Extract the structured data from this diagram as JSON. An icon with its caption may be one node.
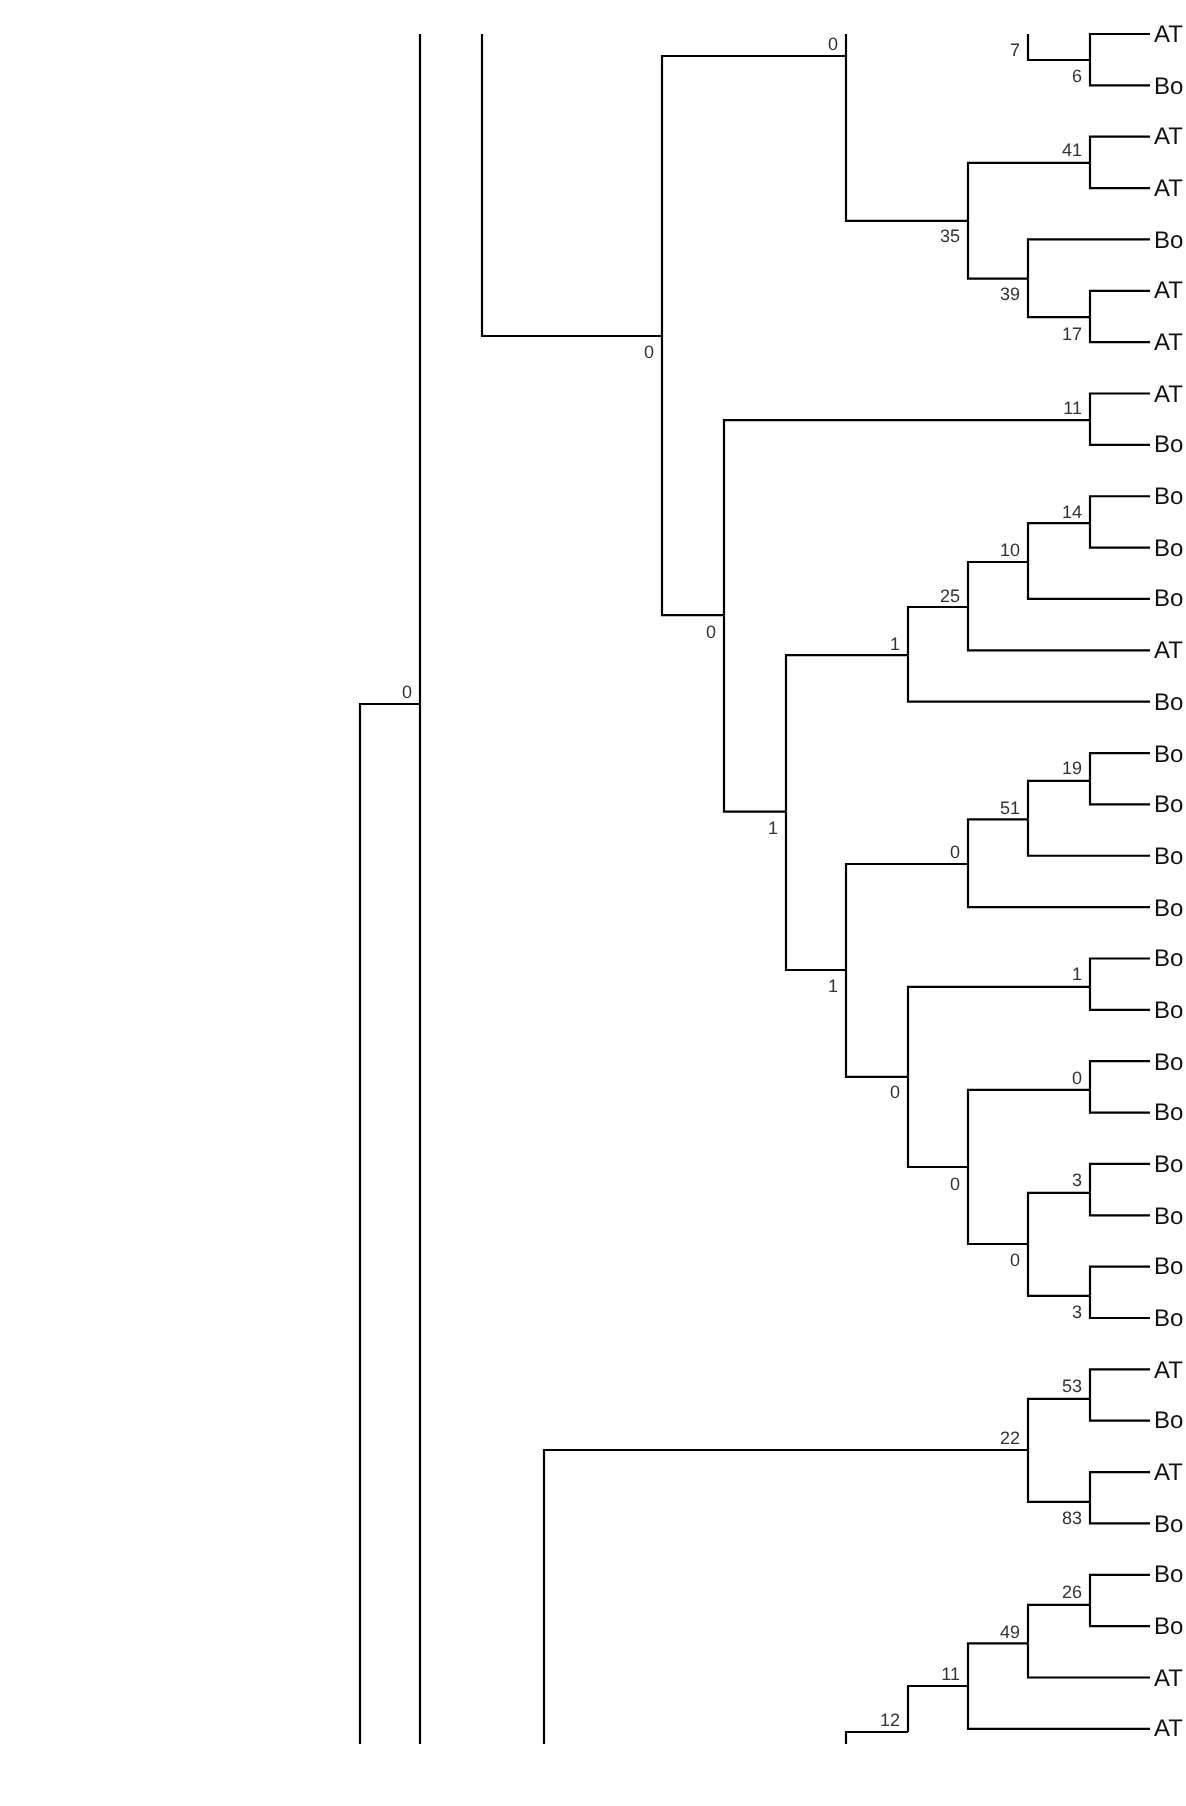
{
  "diagram": {
    "nodes": [
      {
        "text": [
          "0"
        ]
      },
      {
        "text": [
          "7"
        ]
      },
      {
        "text": [
          "AT"
        ]
      },
      {
        "text": [
          "6"
        ]
      },
      {
        "text": [
          "Bo"
        ]
      },
      {
        "text": [
          "41"
        ]
      },
      {
        "text": [
          "AT"
        ]
      },
      {
        "text": [
          "AT"
        ]
      },
      {
        "text": [
          "35"
        ]
      },
      {
        "text": [
          "Bo"
        ]
      },
      {
        "text": [
          "39"
        ]
      },
      {
        "text": [
          "AT"
        ]
      },
      {
        "text": [
          "17"
        ]
      },
      {
        "text": [
          "AT"
        ]
      },
      {
        "text": [
          "0"
        ]
      },
      {
        "text": [
          "11"
        ]
      },
      {
        "text": [
          "AT"
        ]
      },
      {
        "text": [
          "Bo"
        ]
      },
      {
        "text": [
          "14"
        ]
      },
      {
        "text": [
          "Bo"
        ]
      },
      {
        "text": [
          "10"
        ]
      },
      {
        "text": [
          "Bo"
        ]
      },
      {
        "text": [
          "25"
        ]
      },
      {
        "text": [
          "Bo"
        ]
      },
      {
        "text": [
          "1"
        ]
      },
      {
        "text": [
          "0"
        ]
      },
      {
        "text": [
          "AT"
        ]
      },
      {
        "text": [
          "Bo"
        ]
      },
      {
        "text": [
          "0"
        ]
      },
      {
        "text": [
          "19"
        ]
      },
      {
        "text": [
          "Bo"
        ]
      },
      {
        "text": [
          "51"
        ]
      },
      {
        "text": [
          "Bo"
        ]
      },
      {
        "text": [
          "1"
        ]
      },
      {
        "text": [
          "0"
        ]
      },
      {
        "text": [
          "Bo"
        ]
      },
      {
        "text": [
          "Bo"
        ]
      },
      {
        "text": [
          "1"
        ]
      },
      {
        "text": [
          "Bo"
        ]
      },
      {
        "text": [
          "1"
        ]
      },
      {
        "text": [
          "Bo"
        ]
      },
      {
        "text": [
          "0"
        ]
      },
      {
        "text": [
          "Bo"
        ]
      },
      {
        "text": [
          "0"
        ]
      },
      {
        "text": [
          "Bo"
        ]
      },
      {
        "text": [
          "3"
        ]
      },
      {
        "text": [
          "Bo"
        ]
      },
      {
        "text": [
          "0"
        ]
      },
      {
        "text": [
          "Bo"
        ]
      },
      {
        "text": [
          "0"
        ]
      },
      {
        "text": [
          "Bo"
        ]
      },
      {
        "text": [
          "3"
        ]
      },
      {
        "text": [
          "Bo"
        ]
      },
      {
        "text": [
          "53"
        ]
      },
      {
        "text": [
          "AT"
        ]
      },
      {
        "text": [
          "22"
        ]
      },
      {
        "text": [
          "Bo"
        ]
      },
      {
        "text": [
          "AT"
        ]
      },
      {
        "text": [
          "83"
        ]
      },
      {
        "text": [
          "Bo"
        ]
      },
      {
        "text": [
          "26"
        ]
      },
      {
        "text": [
          "Bo"
        ]
      },
      {
        "text": [
          "49"
        ]
      },
      {
        "text": [
          "Bo"
        ]
      },
      {
        "text": [
          "11"
        ]
      },
      {
        "text": [
          "AT"
        ]
      },
      {
        "text": [
          "12"
        ]
      },
      {
        "text": [
          "AT"
        ]
      }
    ],
    "edges": [
      {
        "from": 0,
        "to": 8,
        "arrow": "none"
      },
      {
        "from": 0,
        "to": null,
        "arrow": "none"
      },
      {
        "from": 1,
        "to": 3,
        "arrow": "none"
      },
      {
        "from": 3,
        "to": 2,
        "arrow": "none"
      },
      {
        "from": 3,
        "to": 4,
        "arrow": "none"
      },
      {
        "from": 5,
        "to": 6,
        "arrow": "none"
      },
      {
        "from": 5,
        "to": 7,
        "arrow": "none"
      },
      {
        "from": 8,
        "to": 5,
        "arrow": "none"
      },
      {
        "from": 8,
        "to": 10,
        "arrow": "none"
      },
      {
        "from": 10,
        "to": 9,
        "arrow": "none"
      },
      {
        "from": 10,
        "to": 12,
        "arrow": "none"
      },
      {
        "from": 12,
        "to": 11,
        "arrow": "none"
      },
      {
        "from": 12,
        "to": 13,
        "arrow": "none"
      },
      {
        "from": null,
        "to": 14,
        "arrow": "none"
      },
      {
        "from": 14,
        "to": 0,
        "arrow": "none"
      },
      {
        "from": 14,
        "to": 25,
        "arrow": "none"
      },
      {
        "from": 15,
        "to": 16,
        "arrow": "none"
      },
      {
        "from": 15,
        "to": 17,
        "arrow": "none"
      },
      {
        "from": 18,
        "to": 19,
        "arrow": "none"
      },
      {
        "from": 18,
        "to": 21,
        "arrow": "none"
      },
      {
        "from": 20,
        "to": 18,
        "arrow": "none"
      },
      {
        "from": 20,
        "to": 23,
        "arrow": "none"
      },
      {
        "from": 22,
        "to": 20,
        "arrow": "none"
      },
      {
        "from": 22,
        "to": 26,
        "arrow": "none"
      },
      {
        "from": 24,
        "to": 22,
        "arrow": "none"
      },
      {
        "from": 24,
        "to": 27,
        "arrow": "none"
      },
      {
        "from": 25,
        "to": 15,
        "arrow": "none"
      },
      {
        "from": 25,
        "to": 33,
        "arrow": "none"
      },
      {
        "from": null,
        "to": 28,
        "arrow": "none"
      },
      {
        "from": 28,
        "to": null,
        "arrow": "none"
      },
      {
        "from": 28,
        "to": null,
        "arrow": "none"
      },
      {
        "from": 29,
        "to": 30,
        "arrow": "none"
      },
      {
        "from": 29,
        "to": 32,
        "arrow": "none"
      },
      {
        "from": 31,
        "to": 29,
        "arrow": "none"
      },
      {
        "from": 31,
        "to": 35,
        "arrow": "none"
      },
      {
        "from": 33,
        "to": 24,
        "arrow": "none"
      },
      {
        "from": 33,
        "to": 39,
        "arrow": "none"
      },
      {
        "from": 34,
        "to": 31,
        "arrow": "none"
      },
      {
        "from": 34,
        "to": 36,
        "arrow": "none"
      },
      {
        "from": 37,
        "to": 38,
        "arrow": "none"
      },
      {
        "from": 37,
        "to": 40,
        "arrow": "none"
      },
      {
        "from": 39,
        "to": 34,
        "arrow": "none"
      },
      {
        "from": 39,
        "to": 43,
        "arrow": "none"
      },
      {
        "from": 41,
        "to": 42,
        "arrow": "none"
      },
      {
        "from": 41,
        "to": 44,
        "arrow": "none"
      },
      {
        "from": 43,
        "to": 37,
        "arrow": "none"
      },
      {
        "from": 43,
        "to": 47,
        "arrow": "none"
      },
      {
        "from": 45,
        "to": 46,
        "arrow": "none"
      },
      {
        "from": 45,
        "to": 48,
        "arrow": "none"
      },
      {
        "from": 47,
        "to": 41,
        "arrow": "none"
      },
      {
        "from": 47,
        "to": 49,
        "arrow": "none"
      },
      {
        "from": 49,
        "to": 45,
        "arrow": "none"
      },
      {
        "from": 49,
        "to": 51,
        "arrow": "none"
      },
      {
        "from": 51,
        "to": 50,
        "arrow": "none"
      },
      {
        "from": 51,
        "to": 52,
        "arrow": "none"
      },
      {
        "from": 53,
        "to": 54,
        "arrow": "none"
      },
      {
        "from": 53,
        "to": 56,
        "arrow": "none"
      },
      {
        "from": null,
        "to": 55,
        "arrow": "none"
      },
      {
        "from": 55,
        "to": 53,
        "arrow": "none"
      },
      {
        "from": 55,
        "to": 58,
        "arrow": "none"
      },
      {
        "from": 58,
        "to": 57,
        "arrow": "none"
      },
      {
        "from": 58,
        "to": 59,
        "arrow": "none"
      },
      {
        "from": 60,
        "to": 61,
        "arrow": "none"
      },
      {
        "from": 60,
        "to": 63,
        "arrow": "none"
      },
      {
        "from": 62,
        "to": 60,
        "arrow": "none"
      },
      {
        "from": 62,
        "to": 65,
        "arrow": "none"
      },
      {
        "from": 64,
        "to": 62,
        "arrow": "none"
      },
      {
        "from": 64,
        "to": 67,
        "arrow": "none"
      },
      {
        "from": null,
        "to": 66,
        "arrow": "none"
      },
      {
        "from": 66,
        "to": 64,
        "arrow": "none"
      }
    ]
  }
}
